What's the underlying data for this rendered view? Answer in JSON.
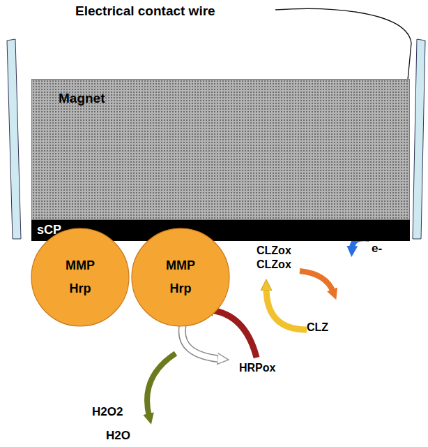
{
  "diagram": {
    "nodes": [
      {
        "text": [
          "Magnet"
        ]
      },
      {
        "text": [
          "sCP"
        ]
      },
      {
        "text": [
          "MMP",
          "Hrp"
        ]
      },
      {
        "text": [
          "MMP",
          "Hrp"
        ]
      }
    ],
    "labels": [
      "Electrical contact wire",
      "CLZox",
      "CLZox",
      "e-",
      "CLZ",
      "HRPox",
      "H2O2",
      "H2O"
    ]
  }
}
